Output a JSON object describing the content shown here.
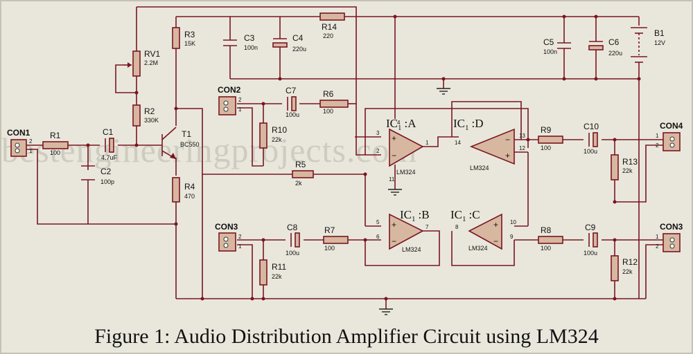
{
  "caption": "Figure 1: Audio Distribution Amplifier Circuit using LM324",
  "watermark": "bestengineeringprojects.com",
  "connectors": {
    "con1": "CON1",
    "con2": "CON2",
    "con3_left": "CON3",
    "con4": "CON4",
    "con3_right": "CON3",
    "pin1": "1",
    "pin2": "2"
  },
  "components": {
    "r1": {
      "ref": "R1",
      "value": "100"
    },
    "c1": {
      "ref": "C1",
      "value": "4.7uF"
    },
    "c2": {
      "ref": "C2",
      "value": "100p"
    },
    "rv1": {
      "ref": "RV1",
      "value": "2.2M"
    },
    "r2": {
      "ref": "R2",
      "value": "330K"
    },
    "r3": {
      "ref": "R3",
      "value": "15K"
    },
    "t1": {
      "ref": "T1",
      "value": "BC550"
    },
    "r4": {
      "ref": "R4",
      "value": "470"
    },
    "c3": {
      "ref": "C3",
      "value": "100n"
    },
    "c4": {
      "ref": "C4",
      "value": "220u"
    },
    "r14": {
      "ref": "R14",
      "value": "220"
    },
    "c5": {
      "ref": "C5",
      "value": "100n"
    },
    "c6": {
      "ref": "C6",
      "value": "220u"
    },
    "b1": {
      "ref": "B1",
      "value": "12V"
    },
    "c7": {
      "ref": "C7",
      "value": "100u"
    },
    "r6": {
      "ref": "R6",
      "value": "100"
    },
    "r10": {
      "ref": "R10",
      "value": "22k"
    },
    "r5": {
      "ref": "R5",
      "value": "2k"
    },
    "c8": {
      "ref": "C8",
      "value": "100u"
    },
    "r7": {
      "ref": "R7",
      "value": "100"
    },
    "r11": {
      "ref": "R11",
      "value": "22k"
    },
    "r9": {
      "ref": "R9",
      "value": "100"
    },
    "c10": {
      "ref": "C10",
      "value": "100u"
    },
    "r13": {
      "ref": "R13",
      "value": "22k"
    },
    "r8": {
      "ref": "R8",
      "value": "100"
    },
    "c9": {
      "ref": "C9",
      "value": "100u"
    },
    "r12": {
      "ref": "R12",
      "value": "22k"
    }
  },
  "opamps": {
    "ic_prefix": "IC",
    "ic_sub": "1",
    "a": {
      "name": ":A",
      "part": "LM324"
    },
    "b": {
      "name": ":B",
      "part": "LM324"
    },
    "c": {
      "name": ":C",
      "part": "LM324"
    },
    "d": {
      "name": ":D",
      "part": "LM324"
    },
    "pins": {
      "a_in_plus": "3",
      "a_in_minus": "2",
      "a_out": "1",
      "a_vcc": "4",
      "a_gnd": "11",
      "b_in_plus": "5",
      "b_in_minus": "6",
      "b_out": "7",
      "c_in_plus": "10",
      "c_in_minus": "9",
      "c_out": "8",
      "d_in_plus": "12",
      "d_in_minus": "13",
      "d_out": "14"
    }
  },
  "colors": {
    "wire": "#7a1520",
    "component_fill": "#d7b7a0",
    "background": "#e9e7dc"
  }
}
